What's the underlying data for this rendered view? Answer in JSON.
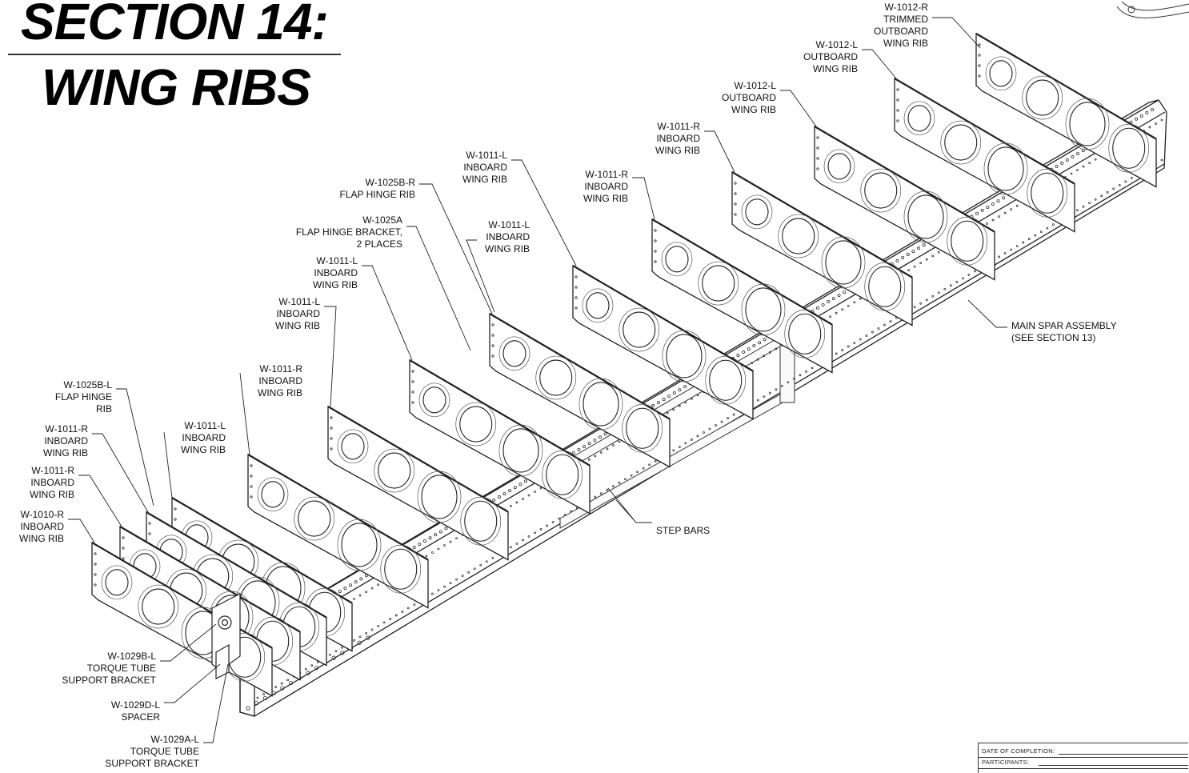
{
  "title": {
    "line1": "SECTION 14:",
    "line2": "WING RIBS"
  },
  "callouts": [
    {
      "id": "c-trimmed-outboard",
      "lines": [
        "W-1012-R",
        "TRIMMED",
        "OUTBOARD",
        "WING RIB"
      ]
    },
    {
      "id": "c-outboard-1",
      "lines": [
        "W-1012-L",
        "OUTBOARD",
        "WING RIB"
      ]
    },
    {
      "id": "c-outboard-2",
      "lines": [
        "W-1012-L",
        "OUTBOARD",
        "WING RIB"
      ]
    },
    {
      "id": "c-inboard-r-1",
      "lines": [
        "W-1011-R",
        "INBOARD",
        "WING RIB"
      ]
    },
    {
      "id": "c-inboard-r-2",
      "lines": [
        "W-1011-R",
        "INBOARD",
        "WING RIB"
      ]
    },
    {
      "id": "c-inboard-l-1",
      "lines": [
        "W-1011-L",
        "INBOARD",
        "WING RIB"
      ]
    },
    {
      "id": "c-flap-hinge-rib-r",
      "lines": [
        "W-1025B-R",
        "FLAP HINGE RIB"
      ]
    },
    {
      "id": "c-flap-hinge-bracket",
      "lines": [
        "W-1025A",
        "FLAP HINGE BRACKET,",
        "2 PLACES"
      ]
    },
    {
      "id": "c-inboard-l-2",
      "lines": [
        "W-1011-L",
        "INBOARD",
        "WING RIB"
      ]
    },
    {
      "id": "c-inboard-l-3",
      "lines": [
        "W-1011-L",
        "INBOARD",
        "WING RIB"
      ]
    },
    {
      "id": "c-inboard-l-4",
      "lines": [
        "W-1011-L",
        "INBOARD",
        "WING RIB"
      ]
    },
    {
      "id": "c-inboard-r-3",
      "lines": [
        "W-1011-R",
        "INBOARD",
        "WING RIB"
      ]
    },
    {
      "id": "c-flap-hinge-rib-l",
      "lines": [
        "W-1025B-L",
        "FLAP HINGE",
        "RIB"
      ]
    },
    {
      "id": "c-inboard-r-4",
      "lines": [
        "W-1011-R",
        "INBOARD",
        "WING RIB"
      ]
    },
    {
      "id": "c-inboard-l-5",
      "lines": [
        "W-1011-L",
        "INBOARD",
        "WING RIB"
      ]
    },
    {
      "id": "c-inboard-r-5",
      "lines": [
        "W-1011-R",
        "INBOARD",
        "WING RIB"
      ]
    },
    {
      "id": "c-root-rib",
      "lines": [
        "W-1010-R",
        "INBOARD",
        "WING RIB"
      ]
    },
    {
      "id": "c-main-spar",
      "lines": [
        "MAIN SPAR ASSEMBLY",
        "(SEE SECTION 13)"
      ]
    },
    {
      "id": "c-step-bars",
      "lines": [
        "STEP BARS"
      ]
    },
    {
      "id": "c-torque-bracket-b",
      "lines": [
        "W-1029B-L",
        "TORQUE TUBE",
        "SUPPORT BRACKET"
      ]
    },
    {
      "id": "c-spacer",
      "lines": [
        "W-1029D-L",
        "SPACER"
      ]
    },
    {
      "id": "c-torque-bracket-a",
      "lines": [
        "W-1029A-L",
        "TORQUE TUBE",
        "SUPPORT BRACKET"
      ]
    }
  ],
  "completion": {
    "date_label": "DATE OF COMPLETION:",
    "participants_label": "PARTICIPANTS:"
  }
}
